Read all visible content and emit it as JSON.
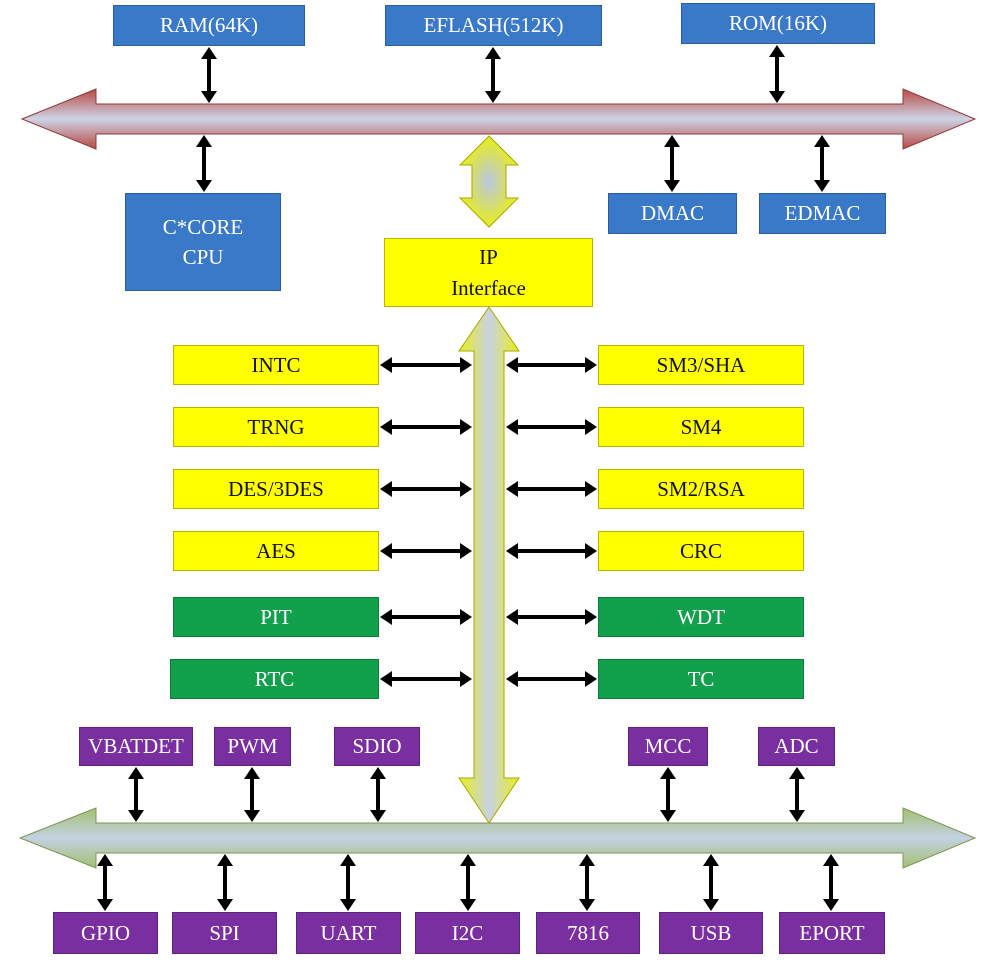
{
  "colors": {
    "memory_block": "#3a78c8",
    "ip_block": "#ffff00",
    "timer_block": "#13a04c",
    "peripheral_block": "#7a2fa0",
    "system_bus": "#b54a46",
    "peripheral_bus": "#a9c47c",
    "connector_arrow": "#000000"
  },
  "system_bus": {
    "top_blocks": {
      "ram": "RAM(64K)",
      "eflash": "EFLASH(512K)",
      "rom": "ROM(16K)"
    },
    "bottom_blocks": {
      "cpu": "C*CORE\nCPU",
      "dmac": "DMAC",
      "edmac": "EDMAC"
    }
  },
  "ip_interface": "IP\nInterface",
  "ip_modules": {
    "left": [
      "INTC",
      "TRNG",
      "DES/3DES",
      "AES",
      "PIT",
      "RTC"
    ],
    "right": [
      "SM3/SHA",
      "SM4",
      "SM2/RSA",
      "CRC",
      "WDT",
      "TC"
    ]
  },
  "peripheral_bus": {
    "top_blocks": [
      "VBATDET",
      "PWM",
      "SDIO",
      "MCC",
      "ADC"
    ],
    "bottom_blocks": [
      "GPIO",
      "SPI",
      "UART",
      "I2C",
      "7816",
      "USB",
      "EPORT"
    ]
  }
}
